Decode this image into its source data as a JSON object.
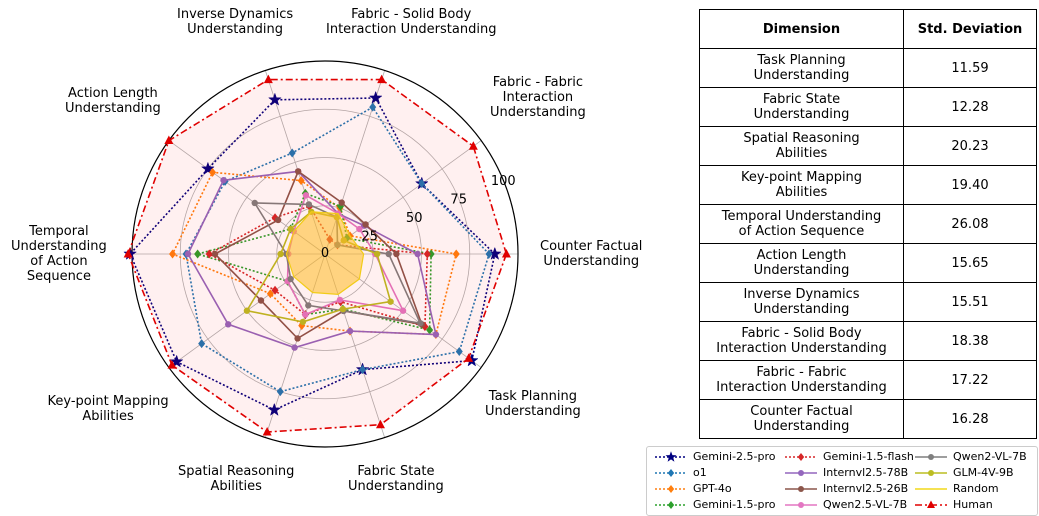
{
  "chart_data": {
    "type": "radar",
    "axes": [
      "Counter Factual\nUnderstanding",
      "Fabric - Fabric\nInteraction\nUnderstanding",
      "Fabric - Solid Body\nInteraction Understanding",
      "Inverse Dynamics\nUnderstanding",
      "Action Length\nUnderstanding",
      "Temporal\nUnderstanding\nof Action\nSequence",
      "Key-point Mapping\nAbilities",
      "Spatial Reasoning\nAbilities",
      "Fabric State\nUnderstanding",
      "Task Planning\nUnderstanding"
    ],
    "rlim": [
      0,
      100
    ],
    "rticks": [
      "0",
      "25",
      "50",
      "75",
      "100"
    ],
    "series": [
      {
        "name": "Gemini-2.5-pro",
        "color": "#000080",
        "dash": "2,2",
        "marker": "star",
        "values": [
          88,
          62,
          85,
          84,
          75,
          101,
          95,
          85,
          63,
          94
        ]
      },
      {
        "name": "o1",
        "color": "#1f77b4",
        "dash": "2,2",
        "marker": "diamond",
        "values": [
          85,
          62,
          80,
          55,
          64,
          72,
          79,
          75,
          63,
          86
        ]
      },
      {
        "name": "GPT-4o",
        "color": "#ff7f0e",
        "dash": "2,2",
        "marker": "diamond",
        "values": [
          68,
          16,
          25,
          40,
          72,
          79,
          35,
          39,
          42,
          71
        ]
      },
      {
        "name": "Gemini-1.5-pro",
        "color": "#2ca02c",
        "dash": "2,2",
        "marker": "diamond",
        "values": [
          55,
          14,
          26,
          33,
          22,
          66,
          24,
          33,
          30,
          67
        ]
      },
      {
        "name": "Gemini-1.5-flash",
        "color": "#d62728",
        "dash": "2,2",
        "marker": "diamond",
        "values": [
          53,
          8,
          8,
          26,
          32,
          60,
          32,
          33,
          26,
          64
        ]
      },
      {
        "name": "Internvl2.5-78B",
        "color": "#9467bd",
        "dash": "",
        "marker": "circle",
        "values": [
          48,
          25,
          22,
          45,
          65,
          71,
          62,
          51,
          42,
          71
        ]
      },
      {
        "name": "Internvl2.5-26B",
        "color": "#8c564b",
        "dash": "",
        "marker": "circle",
        "values": [
          37,
          26,
          28,
          45,
          30,
          57,
          41,
          46,
          31,
          62
        ]
      },
      {
        "name": "Qwen2.5-VL-7B",
        "color": "#e377c2",
        "dash": "",
        "marker": "circle",
        "values": [
          26,
          22,
          22,
          32,
          20,
          19,
          24,
          33,
          25,
          50
        ]
      },
      {
        "name": "Qwen2-VL-7B",
        "color": "#7f7f7f",
        "dash": "",
        "marker": "circle",
        "values": [
          33,
          8,
          20,
          27,
          45,
          20,
          22,
          28,
          31,
          61
        ]
      },
      {
        "name": "GLM-4V-9B",
        "color": "#bcbd22",
        "dash": "",
        "marker": "circle",
        "values": [
          27,
          12,
          20,
          23,
          22,
          23,
          50,
          37,
          30,
          42
        ]
      },
      {
        "name": "Random",
        "color": "#f2d91a",
        "dash": "",
        "marker": "none",
        "values": [
          20,
          16,
          22,
          23,
          20,
          20,
          20,
          21,
          22,
          22
        ]
      },
      {
        "name": "Human",
        "color": "#e00000",
        "dash": "7,3,2,3",
        "marker": "triangle",
        "values": [
          94,
          95,
          95,
          95,
          100,
          102,
          98,
          97,
          93,
          92
        ]
      }
    ]
  },
  "table": {
    "headers": [
      "Dimension",
      "Std. Deviation"
    ],
    "rows": [
      [
        "Task Planning\nUnderstanding",
        "11.59"
      ],
      [
        "Fabric State\nUnderstanding",
        "12.28"
      ],
      [
        "Spatial Reasoning\nAbilities",
        "20.23"
      ],
      [
        "Key-point Mapping\nAbilities",
        "19.40"
      ],
      [
        "Temporal Understanding\nof Action Sequence",
        "26.08"
      ],
      [
        "Action Length\nUnderstanding",
        "15.65"
      ],
      [
        "Inverse Dynamics\nUnderstanding",
        "15.51"
      ],
      [
        "Fabric - Solid Body\nInteraction Understanding",
        "18.38"
      ],
      [
        "Fabric - Fabric\nInteraction Understanding",
        "17.22"
      ],
      [
        "Counter Factual\nUnderstanding",
        "16.28"
      ]
    ]
  }
}
